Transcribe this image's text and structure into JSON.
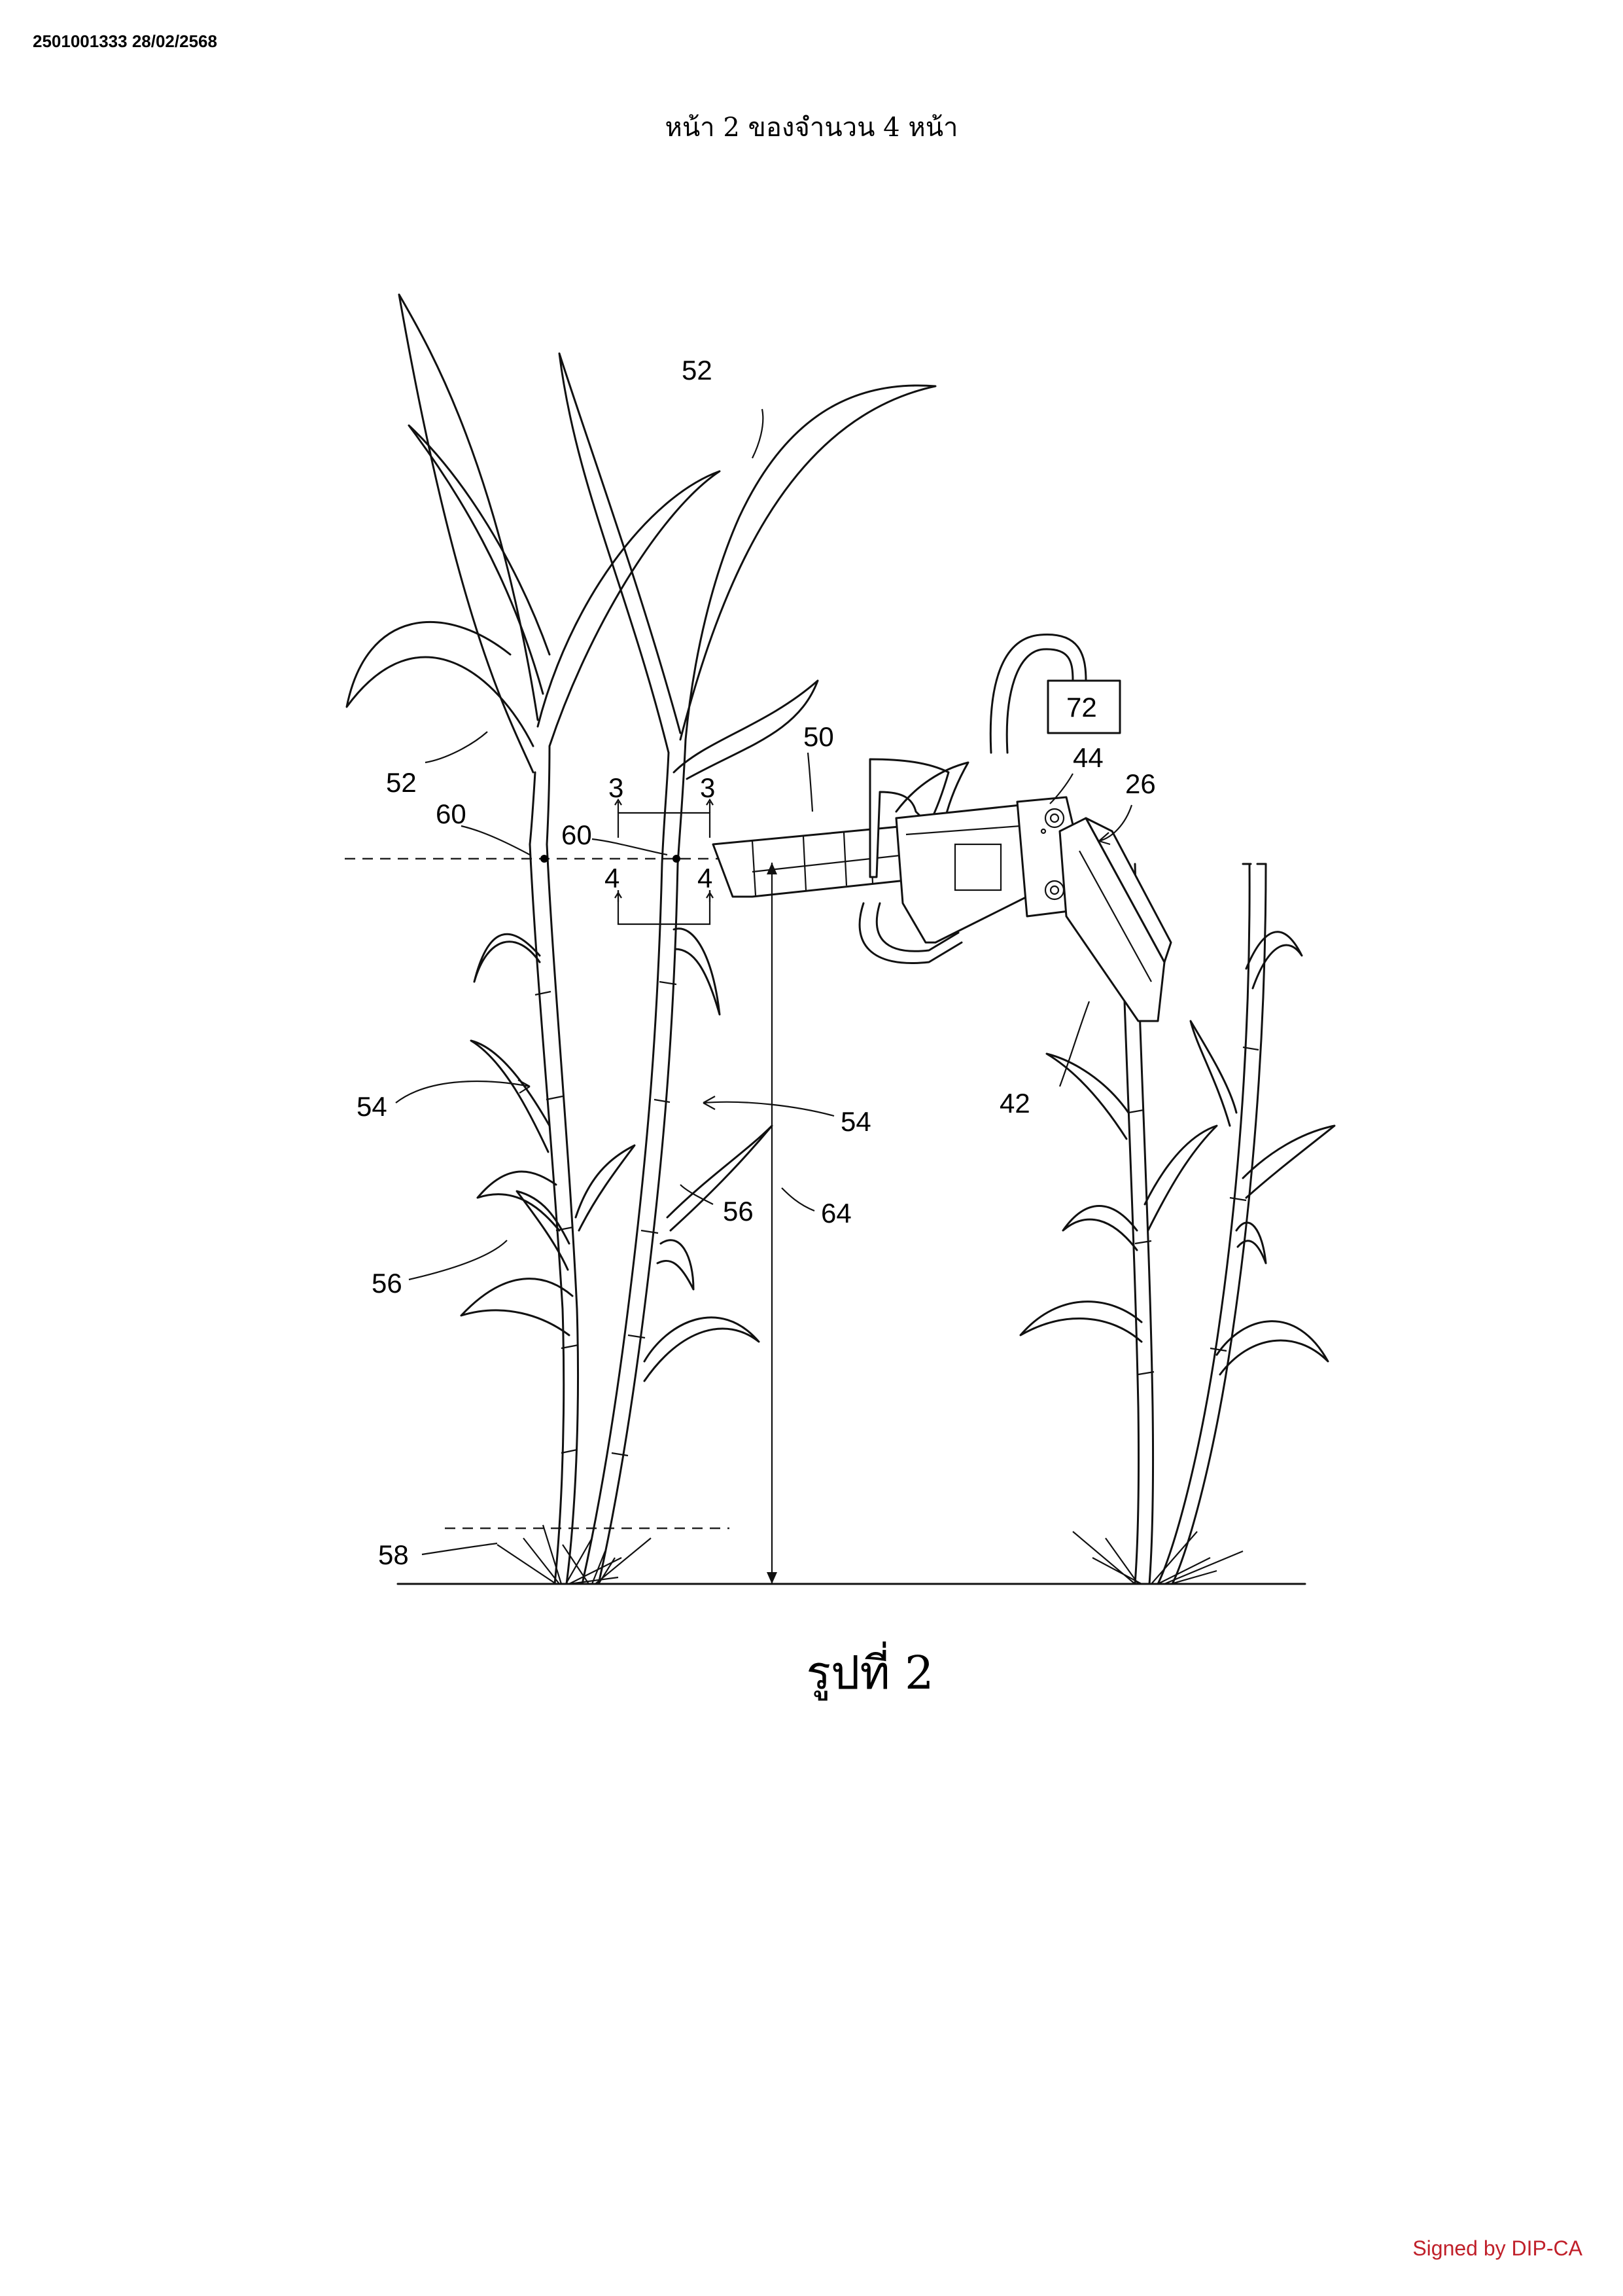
{
  "document": {
    "id_stamp": "2501001333 28/02/2568",
    "page_header": "หน้า 2 ของจำนวน 4 หน้า",
    "figure_caption": "รูปที่ 2",
    "signature": "Signed by DIP-CA"
  },
  "figure": {
    "labels": {
      "l52_top": "52",
      "l52_left": "52",
      "l60_left": "60",
      "l60_mid": "60",
      "l3_left": "3",
      "l3_right": "3",
      "l4_left": "4",
      "l4_right": "4",
      "l50": "50",
      "l72": "72",
      "l44": "44",
      "l26": "26",
      "l42": "42",
      "l54_left": "54",
      "l54_right": "54",
      "l56_right": "56",
      "l56_left": "56",
      "l64": "64",
      "l58": "58"
    }
  }
}
